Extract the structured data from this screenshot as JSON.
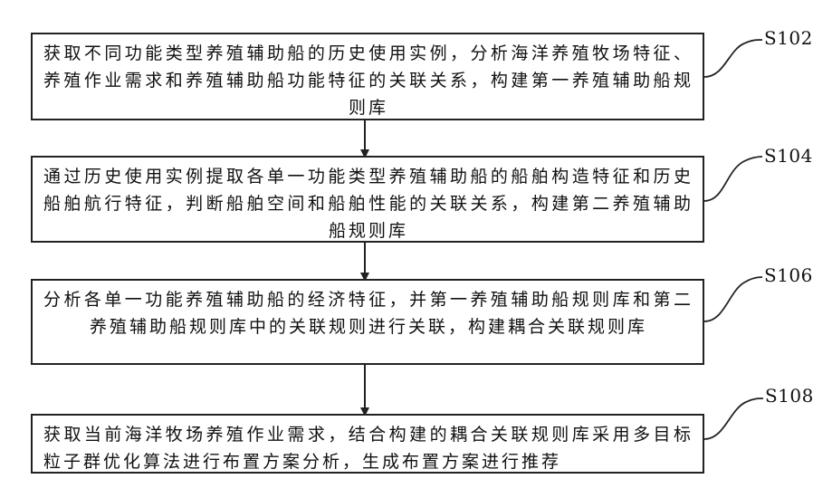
{
  "flowchart": {
    "steps": [
      {
        "id": "S102",
        "text": "获取不同功能类型养殖辅助船的历史使用实例，分析海洋养殖牧场特征、养殖作业需求和养殖辅助船功能特征的关联关系，构建第一养殖辅助船规则库"
      },
      {
        "id": "S104",
        "text": "通过历史使用实例提取各单一功能类型养殖辅助船的船舶构造特征和历史船舶航行特征，判断船舶空间和船舶性能的关联关系，构建第二养殖辅助船规则库"
      },
      {
        "id": "S106",
        "text": "分析各单一功能养殖辅助船的经济特征，并第一养殖辅助船规则库和第二养殖辅助船规则库中的关联规则进行关联，构建耦合关联规则库"
      },
      {
        "id": "S108",
        "text": "获取当前海洋牧场养殖作业需求，结合构建的耦合关联规则库采用多目标粒子群优化算法进行布置方案分析，生成布置方案进行推荐"
      }
    ]
  }
}
